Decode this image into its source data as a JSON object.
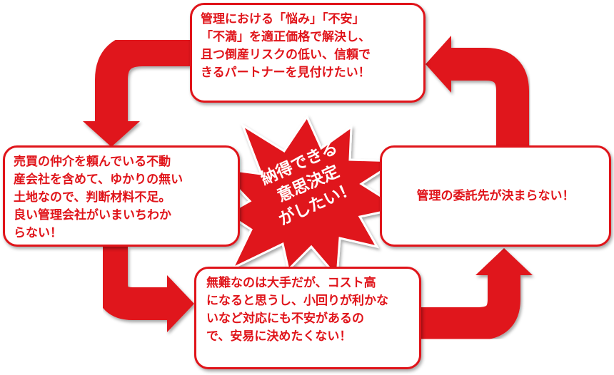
{
  "colors": {
    "accent": "#e0141a",
    "background": "#ffffff"
  },
  "boxes": {
    "top": "管理における「悩み」「不安」\n「不満」を適正価格で解決し、\n且つ倒産リスクの低い、信頼で\nきるパートナーを見付けたい！",
    "left": "売買の仲介を頼んでいる不動\n産会社を含めて、ゆかりの無い\n土地なので、判断材料不足。\n良い管理会社がいまいちわか\nらない！",
    "right": "管理の委託先が決まらない！",
    "bottom": "無難なのは大手だが、コスト高\nになると思うし、小回りが利かな\nいなど対応にも不安があるの\nで、安易に決めたくない！"
  },
  "center": {
    "text": "納得できる\n意思決定\nがしたい！"
  }
}
